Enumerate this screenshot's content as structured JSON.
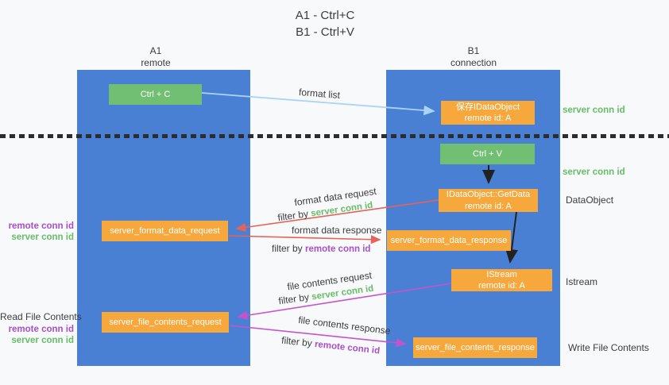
{
  "title": {
    "line1": "A1 - Ctrl+C",
    "line2": "B1 - Ctrl+V"
  },
  "lanes": {
    "left": {
      "name": "A1",
      "role": "remote"
    },
    "right": {
      "name": "B1",
      "role": "connection"
    }
  },
  "nodes": {
    "ctrl_c": "Ctrl + C",
    "ctrl_v": "Ctrl + V",
    "save_dataobject": {
      "line1": "保存IDataObject",
      "line2": "remote id: A"
    },
    "getdata": {
      "line1": "IDataObject::GetData",
      "line2": "remote id: A"
    },
    "istream": {
      "line1": "IStream",
      "line2": "remote id: A"
    },
    "format_request": "server_format_data_request",
    "format_response": "server_format_data_response",
    "file_request": "server_file_contents_request",
    "file_response": "server_file_contents_response"
  },
  "side_labels": {
    "server_conn_top": "server conn id",
    "server_conn_mid": "server conn id",
    "dataobject": "DataObject",
    "istream": "Istream",
    "read_file": "Read File Contents",
    "write_file": "Write File Contents",
    "remote_conn_1": "remote conn id",
    "server_conn_1": "server conn id",
    "remote_conn_2": "remote conn id",
    "server_conn_2": "server conn id"
  },
  "edge_labels": {
    "format_list": "format list",
    "format_data_request": "format data request",
    "format_data_response": "format data response",
    "file_contents_request": "file contents request",
    "file_contents_response": "file contents response",
    "filter_by": "filter by ",
    "server_conn_id": "server conn id",
    "remote_conn_id": "remote conn id"
  },
  "colors": {
    "lane_blue": "#4a80d4",
    "node_green": "#71bf73",
    "node_orange": "#f7a83d",
    "text_green": "#67bd67",
    "text_purple": "#a84fc8",
    "arrow_red": "#e76258",
    "arrow_magenta": "#c653cc",
    "arrow_lightblue": "#a9d4f5",
    "arrow_black": "#222222",
    "text_dark": "#3c3c3c"
  }
}
